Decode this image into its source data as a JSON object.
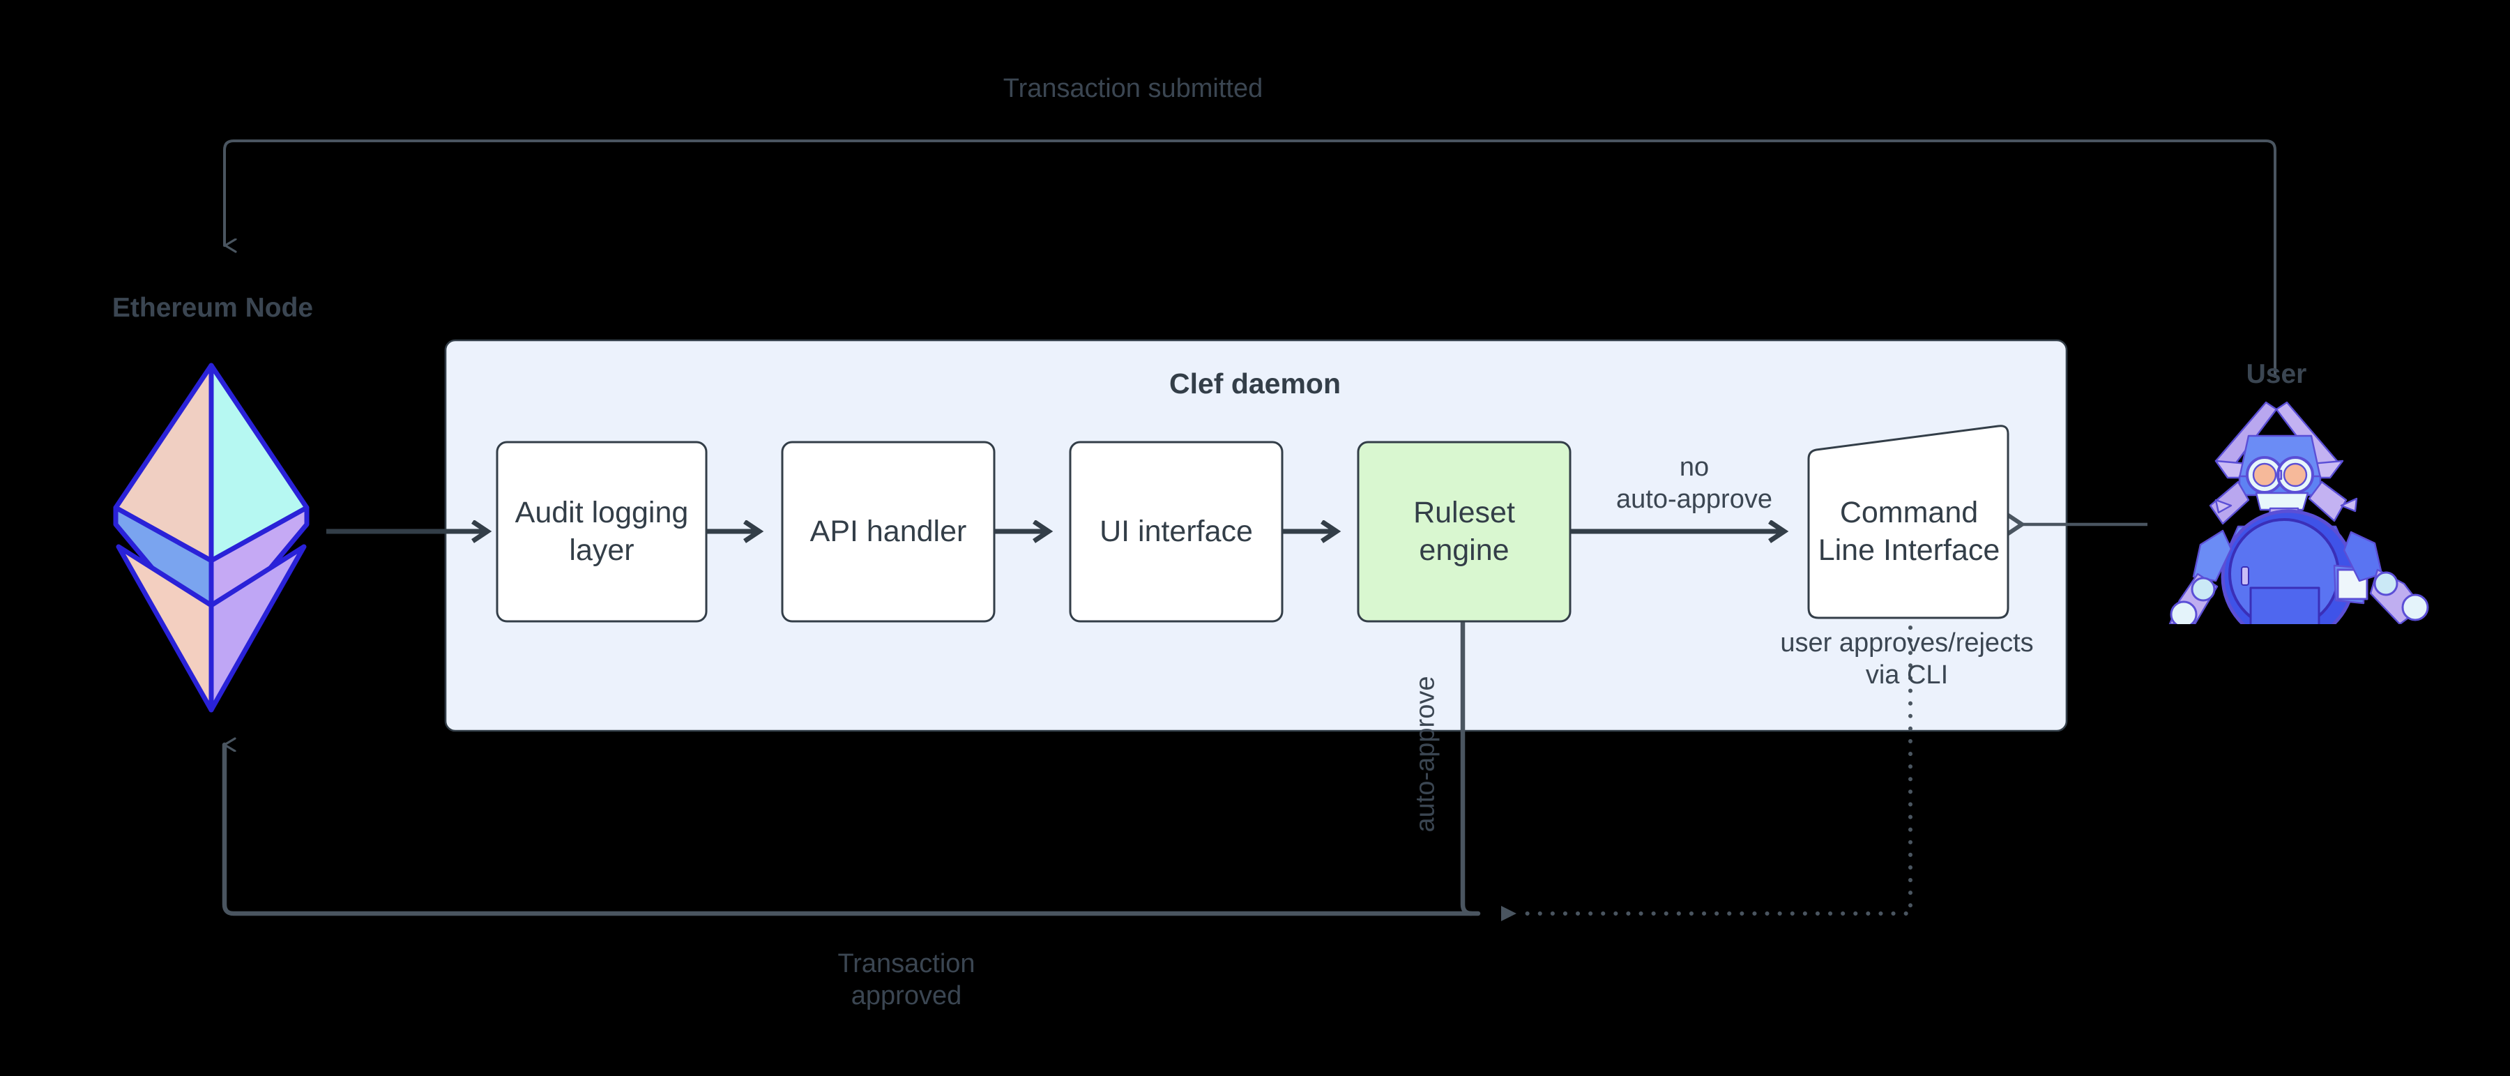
{
  "diagram": {
    "title_text": "Clef daemon",
    "background_color": "#000000",
    "panel_fill": "#ecf2fc",
    "panel_stroke": "#333e48",
    "node_fill": "#ffffff",
    "node_stroke": "#333e48",
    "accent_fill": "#d9f7d0",
    "text_color": "#333e48",
    "muted_text_color": "#3b4652",
    "wire_color": "#4a5560",
    "thick_wire_color": "#333e48"
  },
  "actors": {
    "ethereum": {
      "label": "Ethereum Node",
      "icon": "ethereum-diamond-icon"
    },
    "user": {
      "label": "User",
      "icon": "user-robot-icon"
    }
  },
  "panel": {
    "title": "Clef daemon",
    "nodes": [
      {
        "id": "audit-logging-layer",
        "label": "Audit logging\nlayer",
        "fill": "#ffffff",
        "shape": "rounded-rect"
      },
      {
        "id": "api-handler",
        "label": "API handler",
        "fill": "#ffffff",
        "shape": "rounded-rect"
      },
      {
        "id": "ui-interface",
        "label": "UI interface",
        "fill": "#ffffff",
        "shape": "rounded-rect"
      },
      {
        "id": "ruleset-engine",
        "label": "Ruleset\nengine",
        "fill": "#d9f7d0",
        "shape": "rounded-rect"
      },
      {
        "id": "command-line-interface",
        "label": "Command\nLine Interface",
        "fill": "#ffffff",
        "shape": "skewed-rect"
      }
    ]
  },
  "edges": {
    "transaction_submitted": "Transaction submitted",
    "transaction_approved": "Transaction\napproved",
    "no_auto_approve": "no\nauto-approve",
    "auto_approve": "auto-approve",
    "user_approves": "user approves/rejects\nvia CLI"
  }
}
